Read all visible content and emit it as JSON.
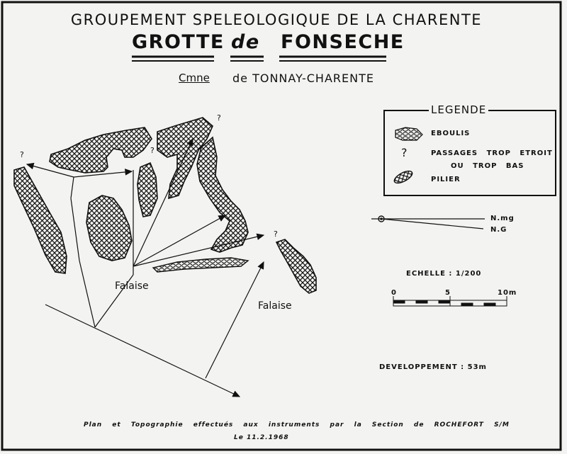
{
  "header": {
    "organization": "GROUPEMENT SPELEOLOGIQUE DE LA CHARENTE",
    "title_part1": "GROTTE",
    "title_part2": "de",
    "title_part3": "FONSECHE",
    "commune_abbr": "Cmne",
    "commune": "de TONNAY-CHARENTE"
  },
  "legend": {
    "title": "LEGENDE",
    "items": [
      {
        "icon": "rubble-icon",
        "label": "EBOULIS"
      },
      {
        "icon": "question-mark-icon",
        "label_line1": "PASSAGES TROP ETROIT",
        "label_line2": "OU TROP BAS"
      },
      {
        "icon": "pillar-icon",
        "label": "PILIER"
      }
    ]
  },
  "north": {
    "magnetic": "N.mg",
    "geographic": "N.G"
  },
  "scale": {
    "label": "ECHELLE : 1/200",
    "ticks": [
      "0",
      "5",
      "10m"
    ]
  },
  "map": {
    "cliff_label_1": "Falaise",
    "cliff_label_2": "Falaise",
    "unknown_marker": "?"
  },
  "development": "DEVELOPPEMENT : 53m",
  "footer": {
    "line1": "Plan et Topographie effectués aux instruments par la Section de ROCHEFORT S/M",
    "line2": "Le 11.2.1968"
  },
  "colors": {
    "ink": "#111111",
    "paper": "#f3f3f1"
  }
}
